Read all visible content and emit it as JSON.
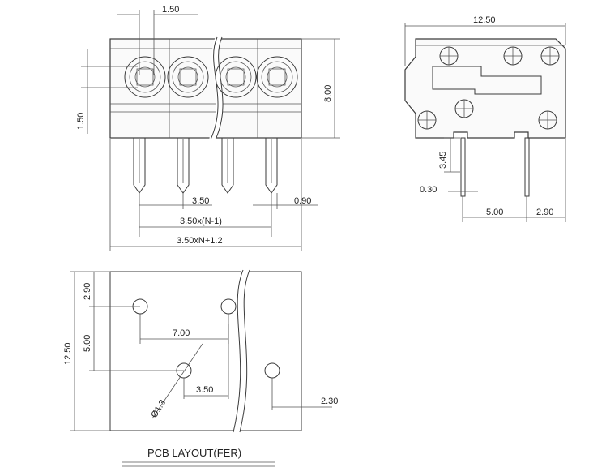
{
  "front_view": {
    "pitch_top": "1.50",
    "height": "8.00",
    "side_left": "1.50",
    "pitch": "3.50",
    "pin_width": "0.90",
    "pitch_n": "3.50x(N-1)",
    "overall_length": "3.50xN+1.2"
  },
  "side_view": {
    "width": "12.50",
    "pin_drop": "3.45",
    "pin_thickness": "0.30",
    "pin_spacing": "5.00",
    "pin_offset": "2.90"
  },
  "pcb_layout": {
    "title": "PCB LAYOUT(FER)",
    "top_offset": "2.90",
    "row_spacing": "5.00",
    "overall": "12.50",
    "column_spacing": "7.00",
    "pitch": "3.50",
    "hole_diameter": "Ø1.3",
    "edge_offset": "2.30"
  }
}
